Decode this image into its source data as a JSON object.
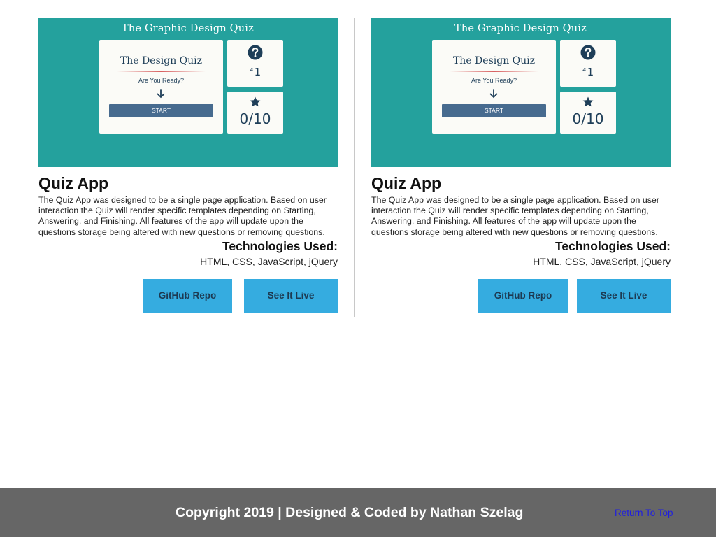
{
  "projects": [
    {
      "screenshot": {
        "header": "The Graphic Design Quiz",
        "card_title": "The Design Quiz",
        "card_subtitle": "Are You Ready?",
        "start_label": "START",
        "question_prefix": "#",
        "question_number": "1",
        "score": "0/10"
      },
      "title": "Quiz App",
      "description": "The Quiz App was designed to be a single page application. Based on user interaction the Quiz will render specific templates depending on Starting, Answering, and Finishing. All features of the app will update upon the questions storage being altered with new questions or removing questions.",
      "tech_heading": "Technologies Used:",
      "tech_list": "HTML, CSS, JavaScript, jQuery",
      "repo_label": "GitHub Repo",
      "live_label": "See It Live"
    },
    {
      "screenshot": {
        "header": "The Graphic Design Quiz",
        "card_title": "The Design Quiz",
        "card_subtitle": "Are You Ready?",
        "start_label": "START",
        "question_prefix": "#",
        "question_number": "1",
        "score": "0/10"
      },
      "title": "Quiz App",
      "description": "The Quiz App was designed to be a single page application. Based on user interaction the Quiz will render specific templates depending on Starting, Answering, and Finishing. All features of the app will update upon the questions storage being altered with new questions or removing questions.",
      "tech_heading": "Technologies Used:",
      "tech_list": "HTML, CSS, JavaScript, jQuery",
      "repo_label": "GitHub Repo",
      "live_label": "See It Live"
    }
  ],
  "footer": {
    "copyright": "Copyright 2019 | Designed & Coded by Nathan Szelag",
    "return_top": "Return To Top"
  },
  "colors": {
    "teal": "#24a19d",
    "button": "#35ace0",
    "footer": "#666666",
    "navy": "#1e3e58"
  },
  "icons": [
    "question-circle-icon",
    "arrow-down-icon",
    "star-icon"
  ]
}
